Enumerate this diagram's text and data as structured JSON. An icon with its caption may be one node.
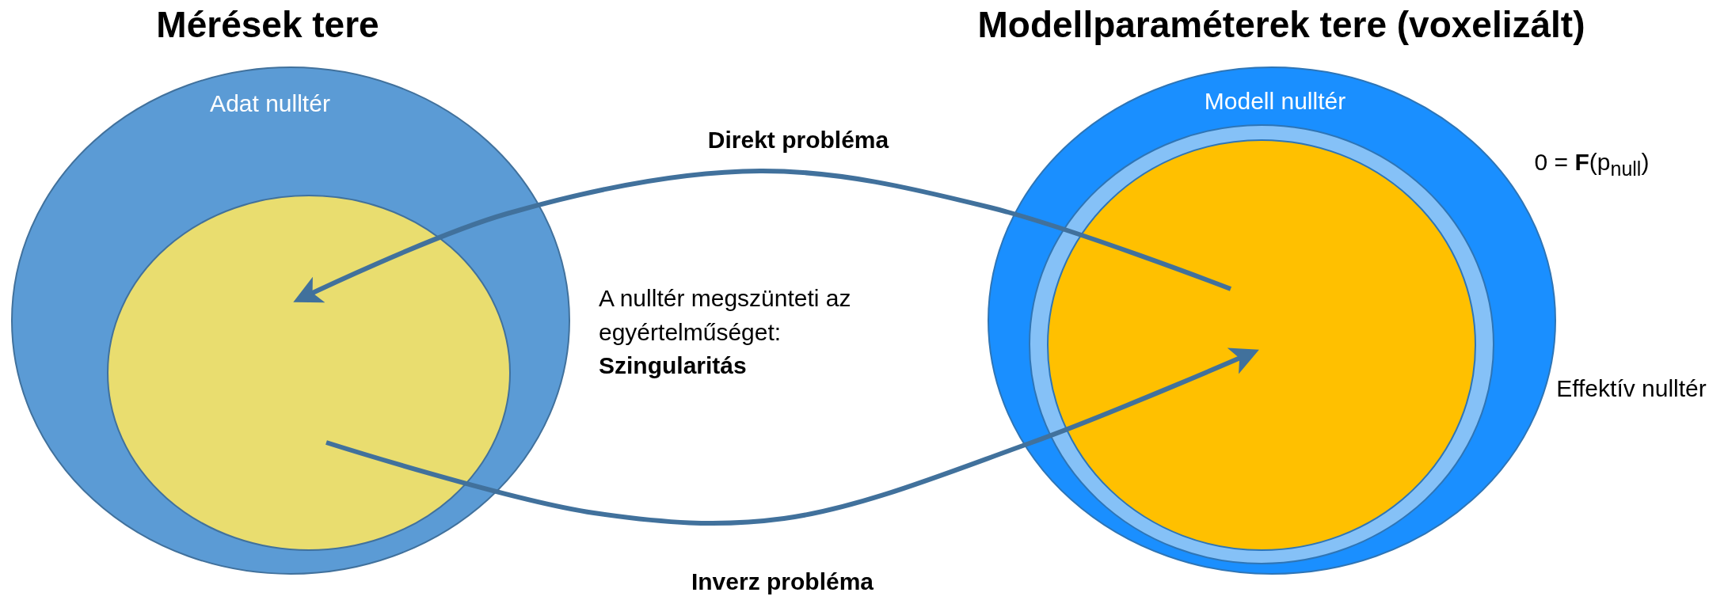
{
  "diagram": {
    "nodes": [
      {
        "text": [
          "Mérések tere",
          "Adat nulltér"
        ]
      },
      {
        "text": [],
        "shape": "circle",
        "in": 0
      },
      {
        "text": [
          "Modellparaméterek tere (voxelizált)",
          "Modell nulltér"
        ],
        "beside": [
          "0 = **F**(p$_{null}$)"
        ]
      },
      {
        "text": [],
        "shape": "circle",
        "in": 2,
        "beside": [
          "Effektív nulltér"
        ]
      },
      {
        "text": [],
        "shape": "circle",
        "in": 3
      }
    ],
    "edges": [
      {
        "from": 4,
        "to": 1,
        "arrow": "to",
        "label": "Direkt probléma"
      },
      {
        "from": 1,
        "to": 4,
        "arrow": "to",
        "label": "Inverz probléma"
      }
    ],
    "labels": [
      "A nulltér megszünteti az egyértelműséget: **Szingularitás**"
    ]
  }
}
